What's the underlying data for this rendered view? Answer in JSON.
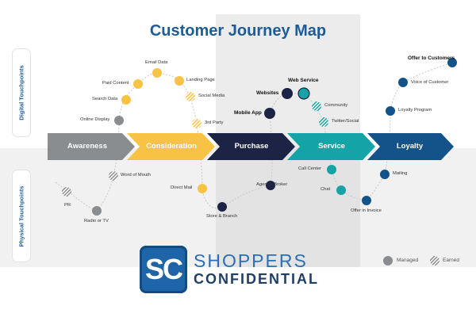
{
  "title": "Customer Journey Map",
  "sides": {
    "digital": "Digital Touchpoints",
    "physical": "Physical Touchpoints"
  },
  "stages": [
    {
      "label": "Awareness",
      "color": "#8a8d90"
    },
    {
      "label": "Consideration",
      "color": "#f8c245"
    },
    {
      "label": "Purchase",
      "color": "#1c2345"
    },
    {
      "label": "Service",
      "color": "#14a3a6"
    },
    {
      "label": "Loyalty",
      "color": "#14538a"
    }
  ],
  "touchpoints": [
    {
      "label": "Email Data",
      "style": "yellow"
    },
    {
      "label": "Paid Content",
      "style": "yellow"
    },
    {
      "label": "Landing Page",
      "style": "yellow"
    },
    {
      "label": "Search Data",
      "style": "yellow"
    },
    {
      "label": "Social Media",
      "style": "yellow-earned"
    },
    {
      "label": "3rd Party",
      "style": "yellow-earned"
    },
    {
      "label": "Online Display",
      "style": "gray"
    },
    {
      "label": "Websites",
      "style": "navy"
    },
    {
      "label": "Web Service",
      "style": "teal"
    },
    {
      "label": "Mobile App",
      "style": "navy"
    },
    {
      "label": "Community",
      "style": "teal-earned"
    },
    {
      "label": "Twitter/Social",
      "style": "teal-earned"
    },
    {
      "label": "Offer to Customers",
      "style": "blue"
    },
    {
      "label": "Voice of Customer",
      "style": "blue"
    },
    {
      "label": "Loyalty Program",
      "style": "blue"
    },
    {
      "label": "Word of Mouth",
      "style": "gray-earned"
    },
    {
      "label": "PR",
      "style": "gray-earned"
    },
    {
      "label": "Radio or TV",
      "style": "gray"
    },
    {
      "label": "Direct Mail",
      "style": "yellow"
    },
    {
      "label": "Store & Branch",
      "style": "navy"
    },
    {
      "label": "Agent & Broker",
      "style": "navy"
    },
    {
      "label": "Call Center",
      "style": "teal"
    },
    {
      "label": "Chat",
      "style": "teal"
    },
    {
      "label": "Offer in Invoice",
      "style": "blue"
    },
    {
      "label": "Mailing",
      "style": "blue"
    }
  ],
  "legend": {
    "managed": "Managed",
    "earned": "Earned"
  },
  "brand": {
    "initials": "SC",
    "line1": "SHOPPERS",
    "line2": "CONFIDENTIAL"
  },
  "colors": {
    "title": "#1d5c97",
    "yellow": "#f8c245",
    "gray": "#8a8d90",
    "navy": "#1c2345",
    "teal": "#14a3a6",
    "blue": "#14538a"
  }
}
